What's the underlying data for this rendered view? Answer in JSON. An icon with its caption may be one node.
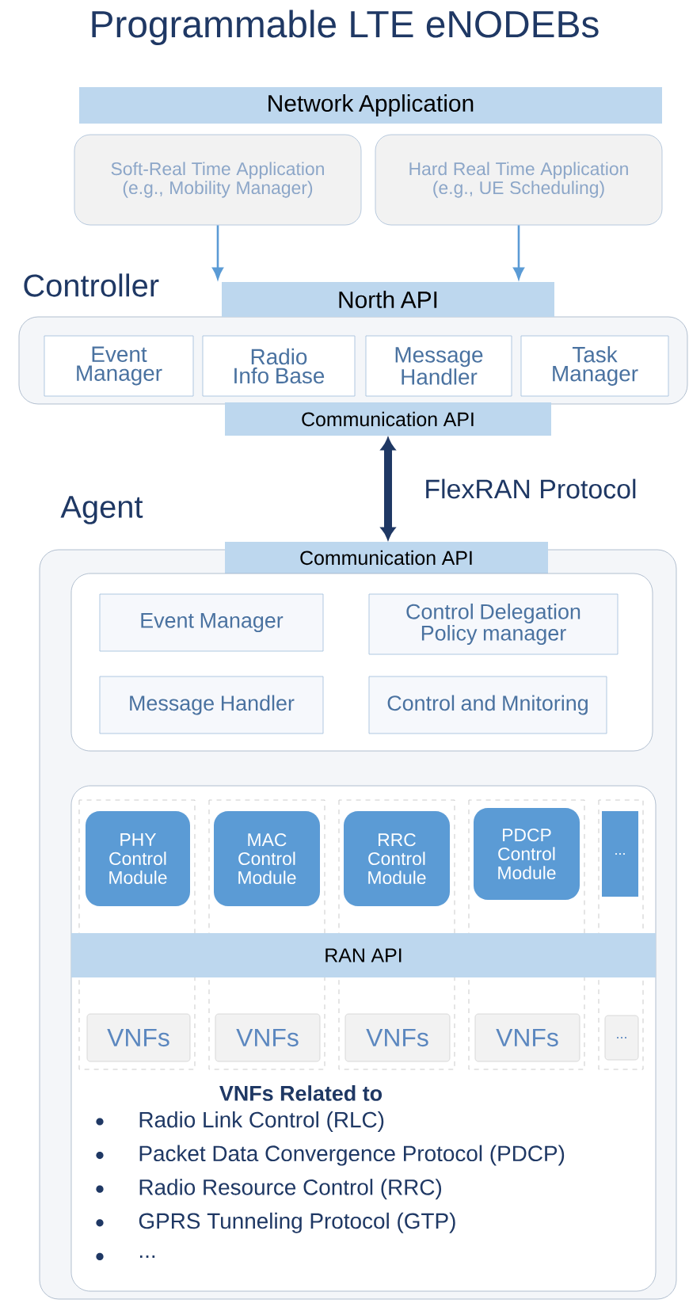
{
  "diagram": {
    "title": "Programmable LTE eNODEBs",
    "nodes": [
      {
        "text": [
          "Network Application"
        ]
      },
      {
        "text": [
          "Soft-Real Time Application (e.g., Mobility Manager)"
        ]
      },
      {
        "text": [
          "Hard Real Time Application (e.g., UE Scheduling)"
        ]
      },
      {
        "text": [
          "Controller"
        ]
      },
      {
        "text": [
          "North API"
        ]
      },
      {
        "text": [
          "Event Manager"
        ],
        "in": 3
      },
      {
        "text": [
          "Radio Info Base"
        ],
        "in": 3
      },
      {
        "text": [
          "Message Handler"
        ],
        "in": 3
      },
      {
        "text": [
          "Task Manager"
        ],
        "in": 3
      },
      {
        "text": [
          "Communication API"
        ]
      },
      {
        "text": [
          "Agent"
        ]
      },
      {
        "text": [
          "Communication API"
        ]
      },
      {
        "text": [],
        "shape": "box",
        "in": 10
      },
      {
        "text": [
          "Event Manager"
        ],
        "in": 12
      },
      {
        "text": [
          "Control Delegation Policy manager"
        ],
        "in": 12
      },
      {
        "text": [
          "Message Handler"
        ],
        "in": 12
      },
      {
        "text": [
          "Control and Mnitoring"
        ],
        "in": 12
      },
      {
        "text": [],
        "shape": "box",
        "in": 10
      },
      {
        "text": [
          "PHY Control Module"
        ],
        "in": 17
      },
      {
        "text": [
          "MAC Control Module"
        ],
        "in": 17
      },
      {
        "text": [
          "RRC Control Module"
        ],
        "in": 17
      },
      {
        "text": [
          "PDCP Control Module"
        ],
        "in": 17
      },
      {
        "text": [
          "..."
        ],
        "in": 17
      },
      {
        "text": [
          "RAN API"
        ],
        "in": 17
      },
      {
        "text": [
          "VNFs"
        ],
        "in": 17
      },
      {
        "text": [
          "VNFs"
        ],
        "in": 17
      },
      {
        "text": [
          "VNFs"
        ],
        "in": 17
      },
      {
        "text": [
          "VNFs"
        ],
        "in": 17
      },
      {
        "text": [
          "..."
        ],
        "in": 17
      }
    ],
    "edges": [
      {
        "from": 1,
        "to": 4,
        "arrow": "to"
      },
      {
        "from": 2,
        "to": 4,
        "arrow": "to"
      },
      {
        "from": 9,
        "to": 11,
        "arrow": "both",
        "label": "FlexRAN Protocol",
        "style": "thick",
        "color": "#1f3864"
      }
    ],
    "labels": [
      "VNFs Related to",
      "Radio Link Control (RLC)",
      "Packet Data Convergence Protocol (PDCP)",
      "Radio Resource Control (RRC)",
      "GPRS Tunneling Protocol (GTP)",
      "..."
    ]
  }
}
